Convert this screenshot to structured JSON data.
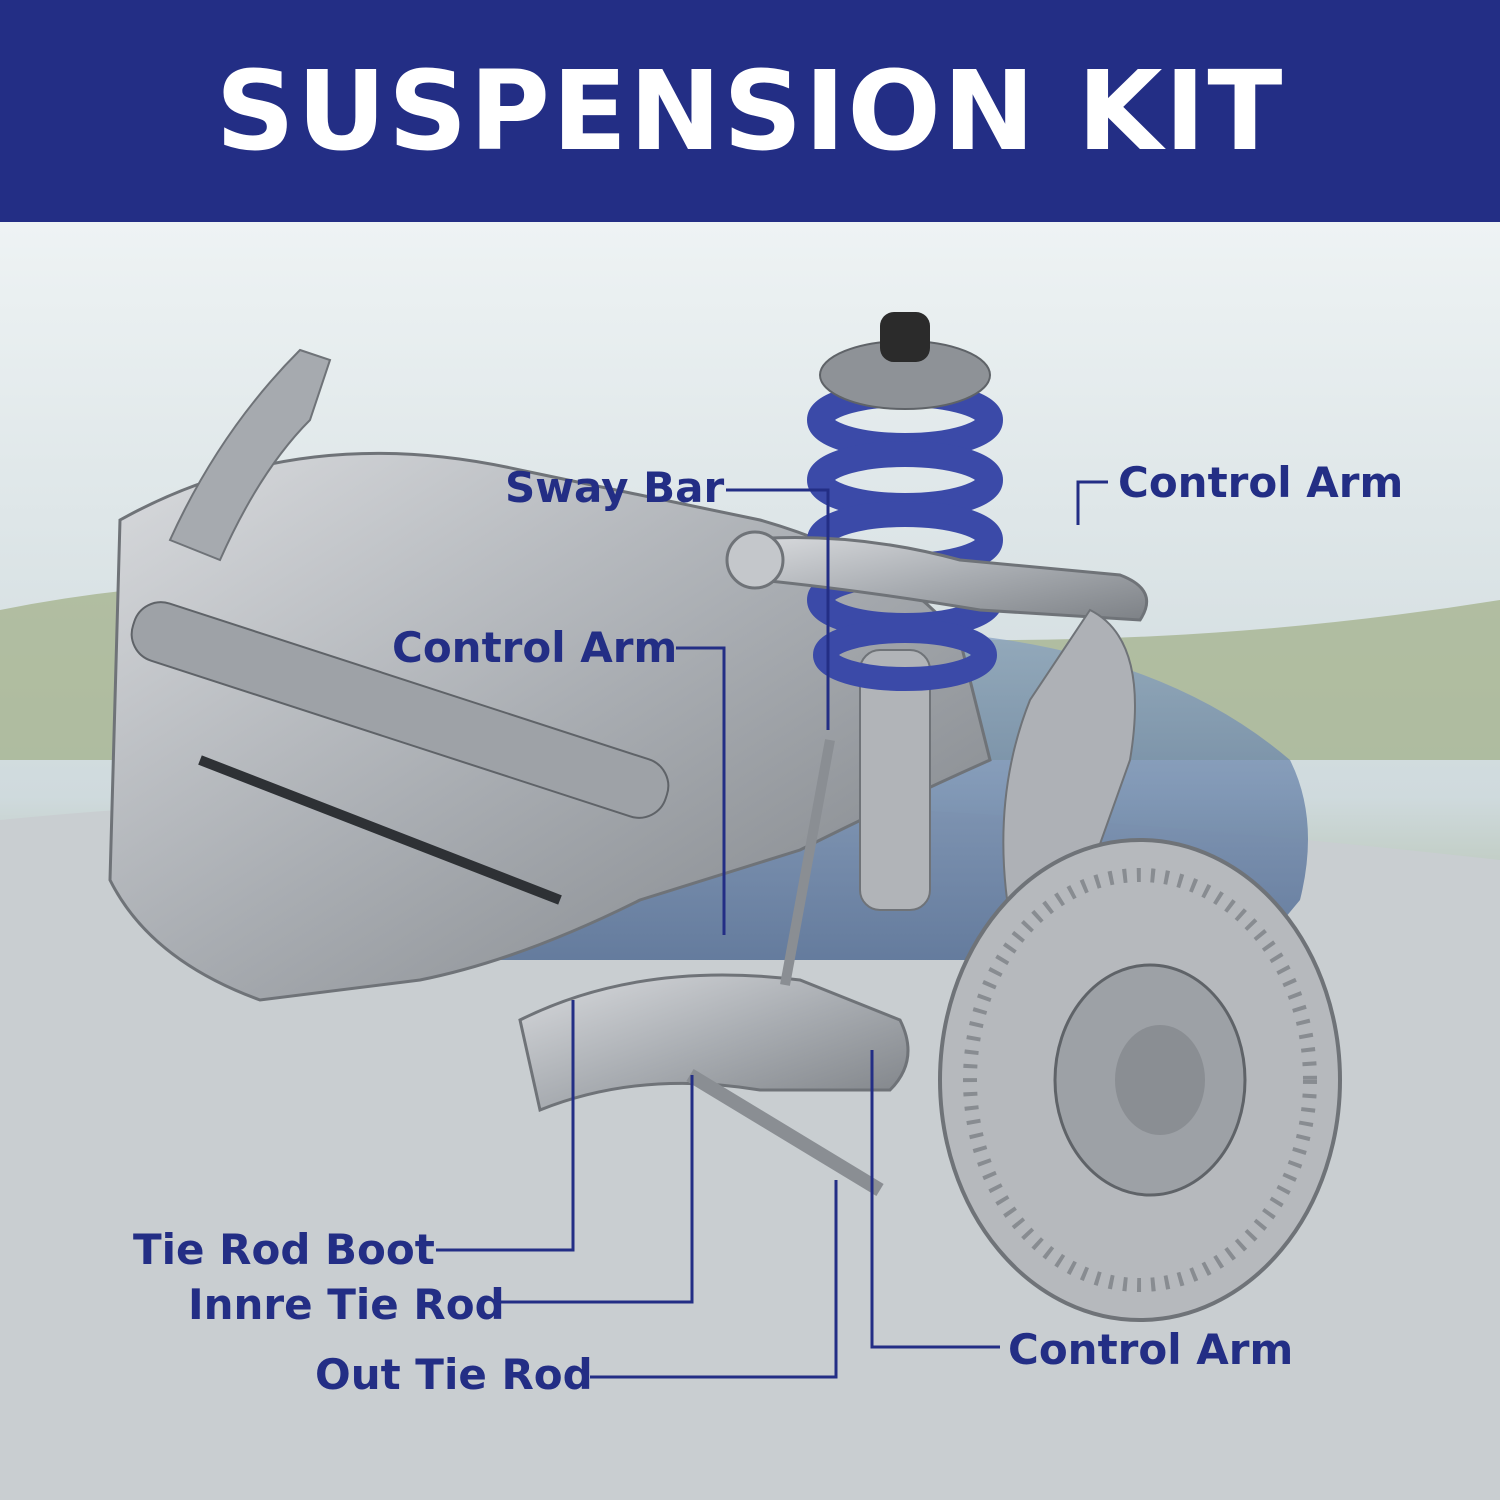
{
  "header": {
    "title": "SUSPENSION KIT"
  },
  "labels": {
    "sway_bar": "Sway Bar",
    "control_arm_upper_right": "Control Arm",
    "control_arm_middle": "Control Arm",
    "tie_rod_boot": "Tie Rod Boot",
    "inner_tie_rod": "Innre Tie Rod",
    "out_tie_rod": "Out Tie Rod",
    "control_arm_lower_right": "Control Arm"
  },
  "colors": {
    "header_bg": "#232e85",
    "label_text": "#232e85",
    "leader_line": "#232e85",
    "spring": "#3b4aa8",
    "metal": "#b9bcc0"
  }
}
